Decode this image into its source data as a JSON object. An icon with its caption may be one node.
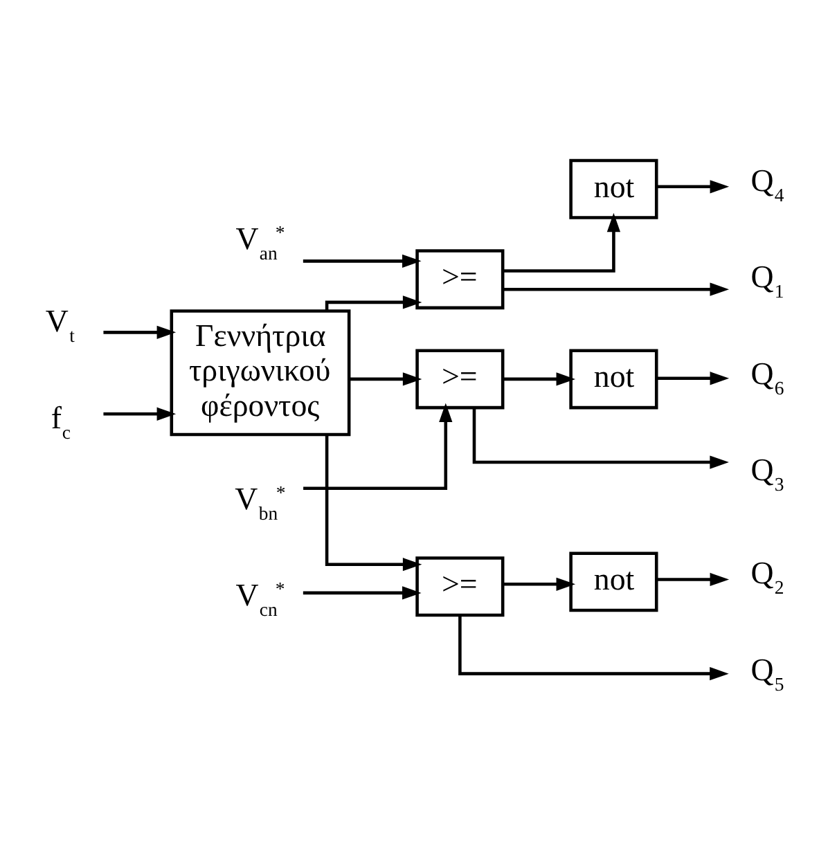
{
  "diagram": {
    "nodes": [
      {
        "text": [
          "V$_{an}$$^{*}$"
        ]
      },
      {
        "text": [
          "V$_{bn}$$^{*}$"
        ]
      },
      {
        "text": [
          "V$_{cn}$$^{*}$"
        ]
      },
      {
        "text": [
          ">="
        ]
      },
      {
        "text": [
          ">="
        ]
      },
      {
        "text": [
          ">="
        ]
      },
      {
        "text": [
          "not"
        ]
      },
      {
        "text": [
          "not"
        ]
      },
      {
        "text": [
          "not"
        ]
      },
      {
        "text": [
          "Γεννήτρια τριγωνικού φέροντος"
        ]
      },
      {
        "text": [
          "V$_{t}$"
        ]
      },
      {
        "text": [
          "f$_{c}$"
        ]
      },
      {
        "text": [
          "Q$_{1}$"
        ]
      },
      {
        "text": [
          "Q$_{4}$"
        ]
      },
      {
        "text": [
          "Q$_{3}$"
        ]
      },
      {
        "text": [
          "Q$_{6}$"
        ]
      },
      {
        "text": [
          "Q$_{5}$"
        ]
      },
      {
        "text": [
          "Q$_{2}$"
        ]
      }
    ],
    "edges": [
      {
        "from": 0,
        "to": 3,
        "arrow": "to"
      },
      {
        "from": 1,
        "to": 4,
        "arrow": "to"
      },
      {
        "from": 2,
        "to": 5,
        "arrow": "to"
      },
      {
        "from": 9,
        "to": 3,
        "arrow": "to"
      },
      {
        "from": 9,
        "to": 4,
        "arrow": "to"
      },
      {
        "from": 9,
        "to": 5,
        "arrow": "to"
      },
      {
        "from": 3,
        "to": 12,
        "arrow": "to"
      },
      {
        "from": 3,
        "to": 6,
        "arrow": "to"
      },
      {
        "from": 6,
        "to": 13,
        "arrow": "to"
      },
      {
        "from": 4,
        "to": 14,
        "arrow": "to"
      },
      {
        "from": 4,
        "to": 7,
        "arrow": "to"
      },
      {
        "from": 7,
        "to": 15,
        "arrow": "to"
      },
      {
        "from": 5,
        "to": 16,
        "arrow": "to"
      },
      {
        "from": 5,
        "to": 8,
        "arrow": "to"
      },
      {
        "from": 8,
        "to": 17,
        "arrow": "to"
      },
      {
        "from": 10,
        "to": 9,
        "arrow": "to"
      },
      {
        "from": 11,
        "to": 9,
        "arrow": "to"
      }
    ]
  }
}
